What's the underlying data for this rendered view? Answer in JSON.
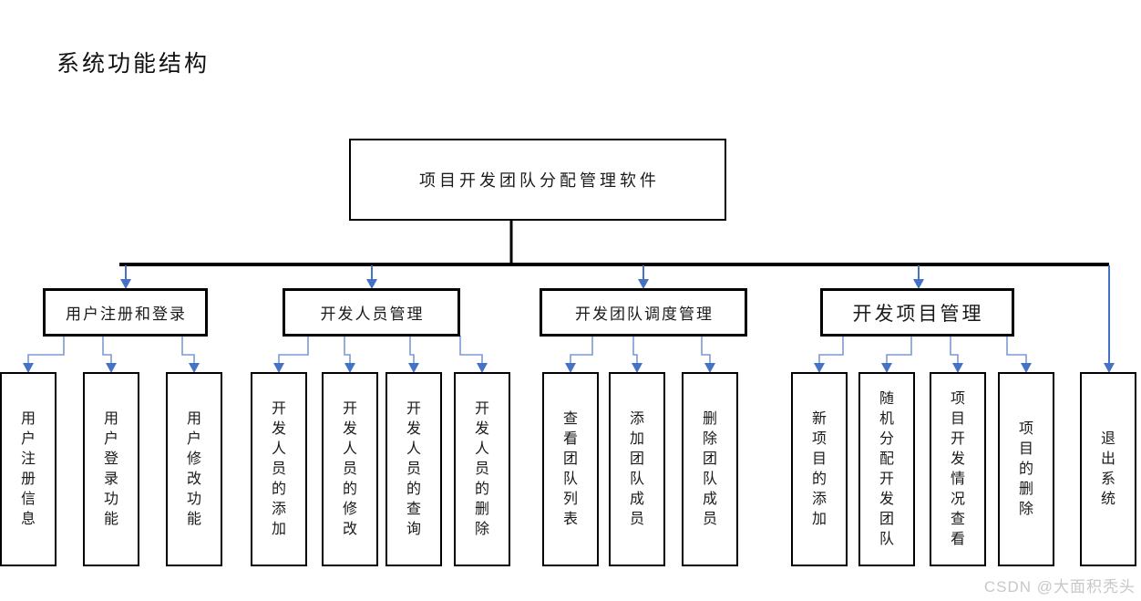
{
  "title": "系统功能结构",
  "watermark": "CSDN @大面积秃头",
  "colors": {
    "line_black": "#000000",
    "connector_blue": "#4472C4",
    "connector_light_blue": "#7C9AD6",
    "watermark_gray": "#c8c8c8",
    "text": "#1a1a1a"
  },
  "tree": {
    "root": {
      "label": "项目开发团队分配管理软件"
    },
    "groups": [
      {
        "label": "用户注册和登录",
        "children": [
          "用户注册信息",
          "用户登录功能",
          "用户修改功能"
        ]
      },
      {
        "label": "开发人员管理",
        "children": [
          "开发人员的添加",
          "开发人员的修改",
          "开发人员的查询",
          "开发人员的删除"
        ]
      },
      {
        "label": "开发团队调度管理",
        "children": [
          "查看团队列表",
          "添加团队成员",
          "删除团队成员"
        ]
      },
      {
        "label": "开发项目管理",
        "children": [
          "新项目的添加",
          "随机分配开发团队",
          "项目开发情况查看",
          "项目的删除"
        ]
      }
    ],
    "standalone": {
      "label": "退出系统"
    }
  }
}
